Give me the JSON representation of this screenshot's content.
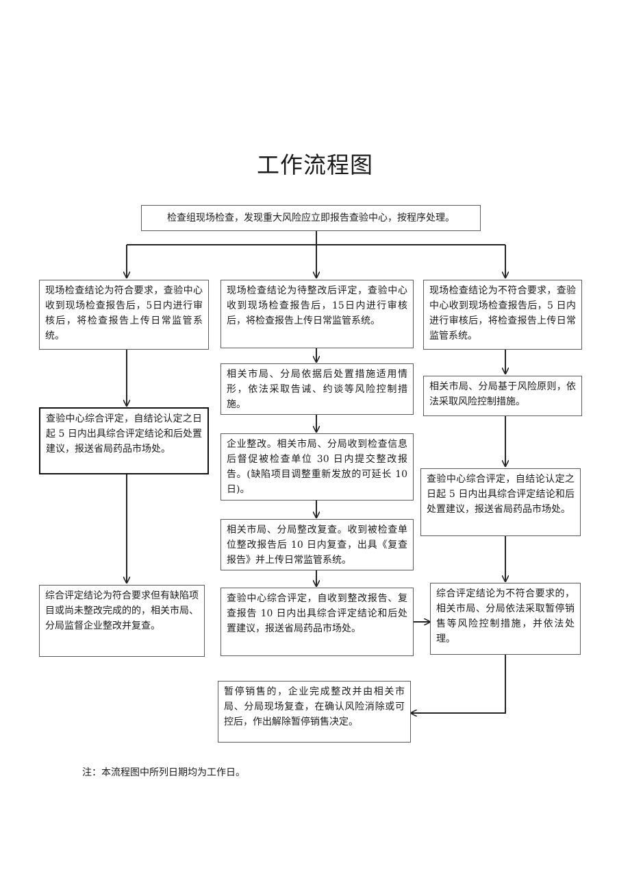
{
  "title": "工作流程图",
  "boxes": {
    "top": "检查组现场检查，发现重大风险应立即报告查验中心，按程序处理。",
    "l1": "现场检查结论为符合要求，查验中心收到现场检查报告后，5日内进行审核后，将检查报告上传日常监管系统。",
    "l2": "查验中心综合评定，自结论认定之日起 5 日内出具综合评定结论和后处置建议，报送省局药品市场处。",
    "l3": "综合评定结论为符合要求但有缺陷项目或尚未整改完成的的，相关市局、分局监督企业整改并复查。",
    "m1": "现场检查结论为待整改后评定，查验中心收到现场检查报告后，15日内进行审核后，将检查报告上传日常监管系统。",
    "m2": "相关市局、分局依据后处置措施适用情形，依法采取告诫、约谈等风险控制措施。",
    "m3": "企业整改。相关市局、分局收到检查信息后督促被检查单位 30 日内提交整改报告。(缺陷项目调整重新发放的可延长 10 日)。",
    "m4": "相关市局、分局整改复查。收到被检查单位整改报告后 10 日内复查，出具《复查报告》并上传日常监管系统。",
    "m5": "查验中心综合评定，自收到整改报告、复查报告 10 日内出具综合评定结论和后处置建议，报送省局药品市场处。",
    "m6": "暂停销售的，企业完成整改并由相关市局、分局现场复查，在确认风险消除或可控后，作出解除暂停销售决定。",
    "r1": "现场检查结论为不符合要求，查验中心收到现场检查报告后，5 日内进行审核后，将检查报告上传日常监管系统。",
    "r2": "相关市局、分局基于风险原则，依法采取风险控制措施。",
    "r3": "查验中心综合评定，自结论认定之日起 5 日内出具综合评定结论和后处置建议，报送省局药品市场处。",
    "r4": "综合评定结论为不符合要求的，相关市局、分局依法采取暂停销售等风险控制措施，并依法处理。"
  },
  "note": "注：本流程图中所列日期均为工作日。"
}
